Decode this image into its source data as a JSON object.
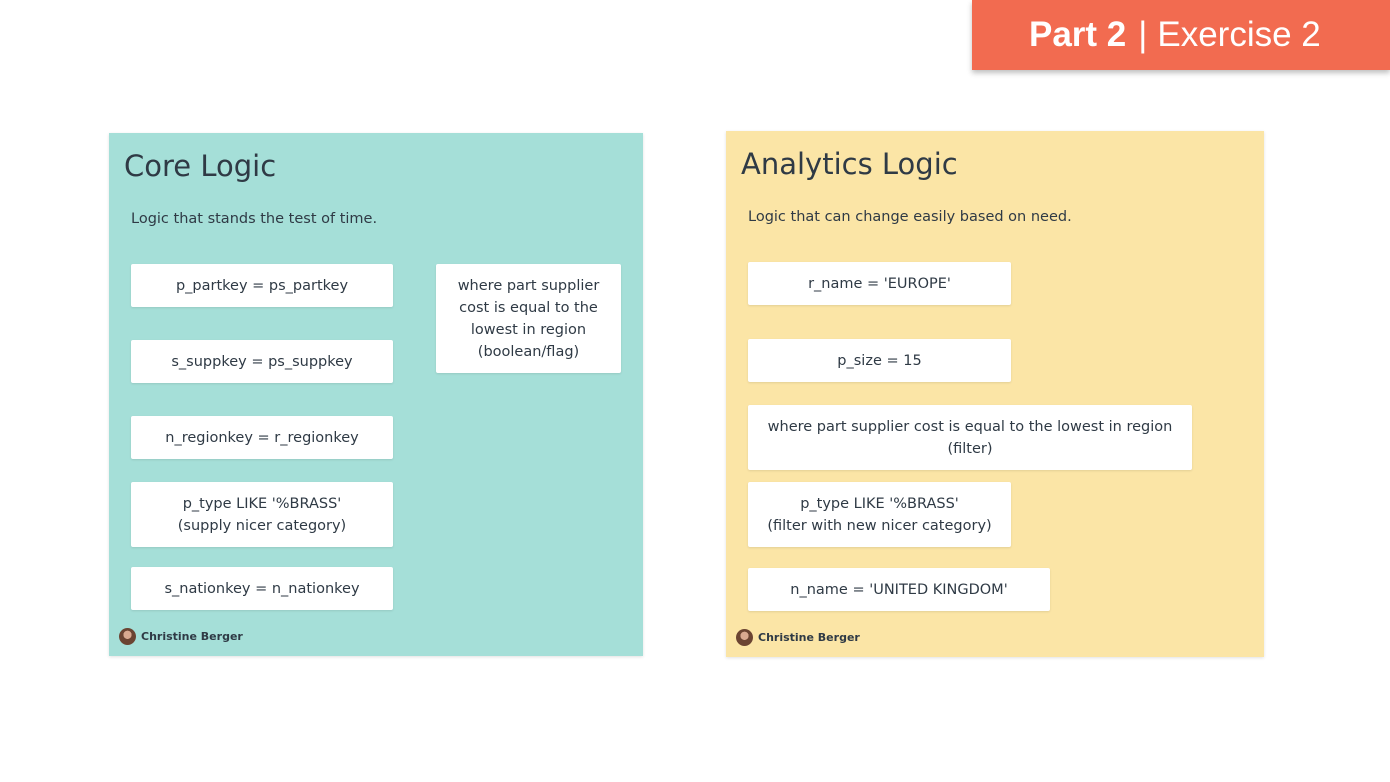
{
  "banner": {
    "part": "Part 2",
    "separator": "|",
    "exercise": "Exercise 2"
  },
  "core": {
    "title": "Core Logic",
    "subtitle": "Logic that stands the test of time.",
    "notes": [
      "p_partkey = ps_partkey",
      "s_suppkey = ps_suppkey",
      "n_regionkey = r_regionkey",
      "p_type LIKE '%BRASS'\n(supply nicer category)",
      "s_nationkey = n_nationkey",
      "where part supplier\ncost is equal to the\nlowest in region\n(boolean/flag)"
    ],
    "author": "Christine Berger"
  },
  "analytics": {
    "title": "Analytics Logic",
    "subtitle": "Logic that can change easily based on need.",
    "notes": [
      "r_name = 'EUROPE'",
      "p_size = 15",
      "where part supplier cost is equal to the lowest in region\n(filter)",
      "p_type LIKE '%BRASS'\n(filter with new nicer category)",
      "n_name = 'UNITED KINGDOM'"
    ],
    "author": "Christine Berger"
  },
  "colors": {
    "banner": "#f26b50",
    "core_board": "#a5dfd8",
    "analytics_board": "#fbe5a6",
    "text": "#2f3a45"
  }
}
